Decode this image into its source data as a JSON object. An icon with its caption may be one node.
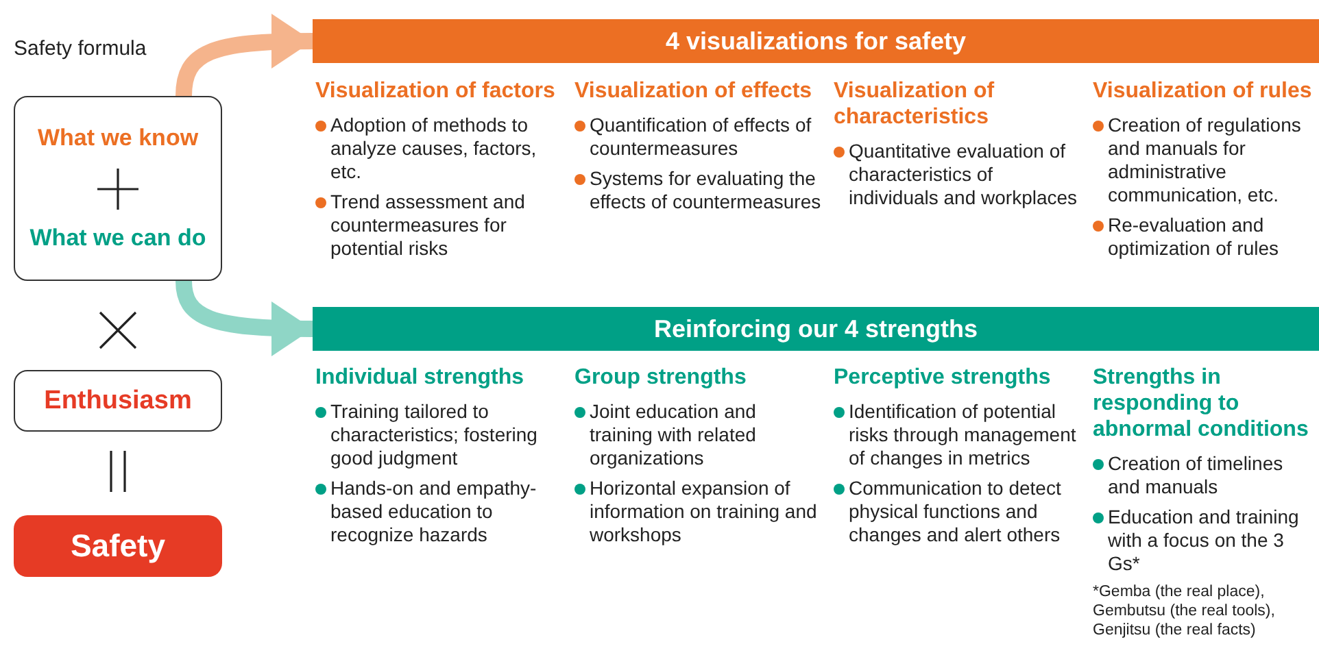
{
  "diagram": {
    "nodes": [
      {
        "text": [
          "What we know",
          "What we can do"
        ]
      },
      {
        "text": [
          "Enthusiasm"
        ]
      },
      {
        "text": [
          "Safety"
        ]
      },
      {
        "text": [
          "4 visualizations for safety"
        ]
      },
      {
        "text": [
          "Reinforcing our 4 strengths"
        ]
      }
    ],
    "edges": [
      {
        "from": 0,
        "to": 3,
        "arrow": "to",
        "color": "#f5b48c"
      },
      {
        "from": 0,
        "to": 4,
        "arrow": "to",
        "color": "#8fd6c6"
      }
    ],
    "labels": [
      "Safety formula",
      "Visualization of factors",
      "Adoption of methods to analyze causes, factors, etc.",
      "Trend assessment and countermeasures for potential risks",
      "Visualization of effects",
      "Quantification of effects of countermeasures",
      "Systems for evaluating the effects of countermeasures",
      "Visualization of characteristics",
      "Quantitative evaluation of characteristics of individuals and workplaces",
      "Visualization of rules",
      "Creation of regulations and manuals for administrative communication, etc.",
      "Re-evaluation and optimization of rules",
      "Individual strengths",
      "Training tailored to characteristics; fostering good judgment",
      "Hands-on and empathy-based education to recognize hazards",
      "Group strengths",
      "Joint education and training with related organizations",
      "Horizontal expansion of information on training and workshops",
      "Perceptive strengths",
      "Identification of potential risks through management of changes in metrics",
      "Communication to detect physical functions and changes and alert others",
      "Strengths in responding to abnormal conditions",
      "Creation of timelines and manuals",
      "Education and training with a focus on the 3 Gs*",
      "*Gemba (the real place), Gembutsu (the real tools), Genjitsu (the real facts)"
    ]
  }
}
